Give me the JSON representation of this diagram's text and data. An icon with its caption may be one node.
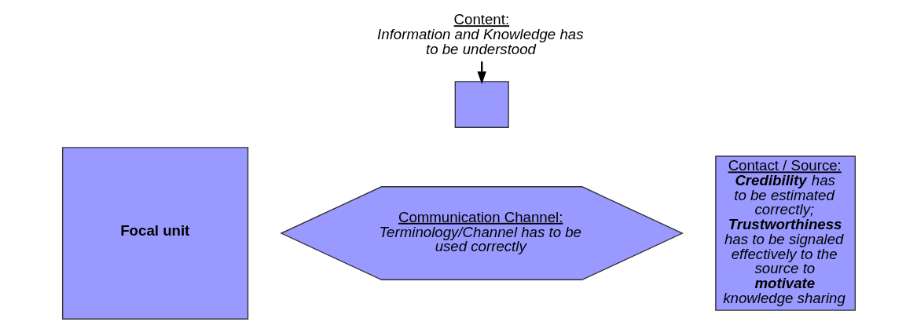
{
  "diagram": {
    "nodes": [
      {
        "text": [
          "Focal unit"
        ]
      },
      {
        "text": [
          "Content:",
          "Information and Knowledge has to be understood"
        ]
      },
      {
        "text": [],
        "shape": "box"
      },
      {
        "text": [
          "Communication Channel:",
          "Terminology/Channel has to be used correctly"
        ]
      },
      {
        "text": [
          "Contact / Source:",
          "**Credibility** has to be estimated correctly; **Trustworthiness** has to be signaled effectively to the source to **motivate** knowledge sharing"
        ]
      }
    ],
    "edges": [
      {
        "from": 1,
        "to": 2,
        "arrow": "to"
      }
    ]
  }
}
